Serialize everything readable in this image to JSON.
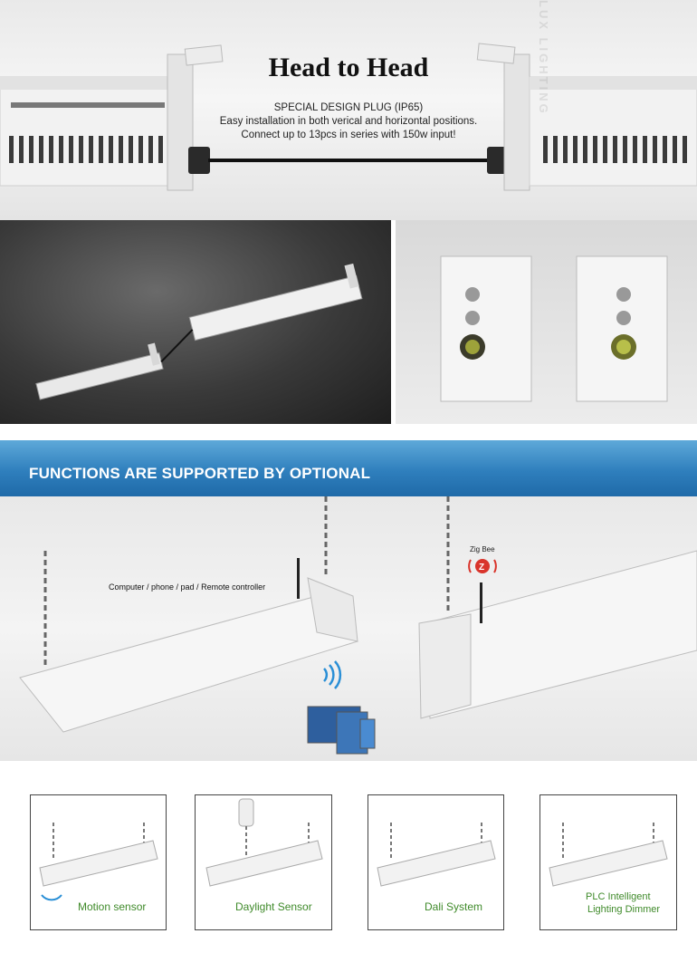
{
  "header": {
    "title": "Head to Head",
    "line1": "SPECIAL DESIGN PLUG (IP65)",
    "line2": "Easy installation in both verical and horizontal positions.",
    "line3": "Connect up to 13pcs in series with 150w input!"
  },
  "banner": {
    "text": "FUNCTIONS ARE SUPPORTED BY OPTIONAL"
  },
  "controls": {
    "remote_label": "Computer / phone / pad / Remote controller",
    "zigbee_label": "Zig Bee"
  },
  "features": [
    {
      "label": "Motion sensor"
    },
    {
      "label": "Daylight Sensor"
    },
    {
      "label": "Dali System"
    },
    {
      "label_line1": "PLC Intelligent",
      "label_line2": "Lighting Dimmer"
    }
  ],
  "watermark": "LUX LIGHTING",
  "colors": {
    "banner": "#2f7fbd",
    "feature_text": "#3f8a2a",
    "signal": "#2a8fd6",
    "zigbee": "#d9342b"
  }
}
